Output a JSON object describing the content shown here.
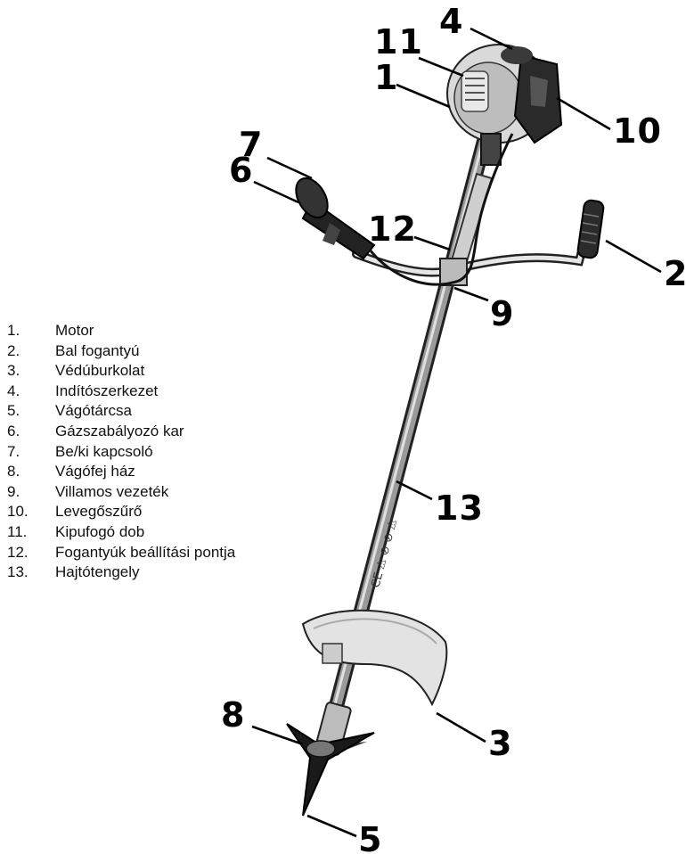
{
  "callouts": [
    "1",
    "2",
    "3",
    "4",
    "5",
    "6",
    "7",
    "8",
    "9",
    "10",
    "11",
    "12",
    "13"
  ],
  "legend": [
    {
      "num": "1.",
      "label": "Motor"
    },
    {
      "num": "2.",
      "label": "Bal fogantyú"
    },
    {
      "num": "3.",
      "label": "Védúburkolat"
    },
    {
      "num": "4.",
      "label": "Indítószerkezet"
    },
    {
      "num": "5.",
      "label": "Vágótárcsa"
    },
    {
      "num": "6.",
      "label": "Gázszabályozó kar"
    },
    {
      "num": "7.",
      "label": "Be/ki kapcsoló"
    },
    {
      "num": "8.",
      "label": "Vágófej ház"
    },
    {
      "num": "9.",
      "label": "Villamos vezeték"
    },
    {
      "num": "10.",
      "label": "Levegőszűrő"
    },
    {
      "num": "11.",
      "label": "Kipufogó dob"
    },
    {
      "num": "12.",
      "label": "Fogantyúk beállítási pontja"
    },
    {
      "num": "13.",
      "label": "Hajtótengely"
    }
  ],
  "shaft_print": "CE ⚠ ⊘ ⊘ ⚠"
}
